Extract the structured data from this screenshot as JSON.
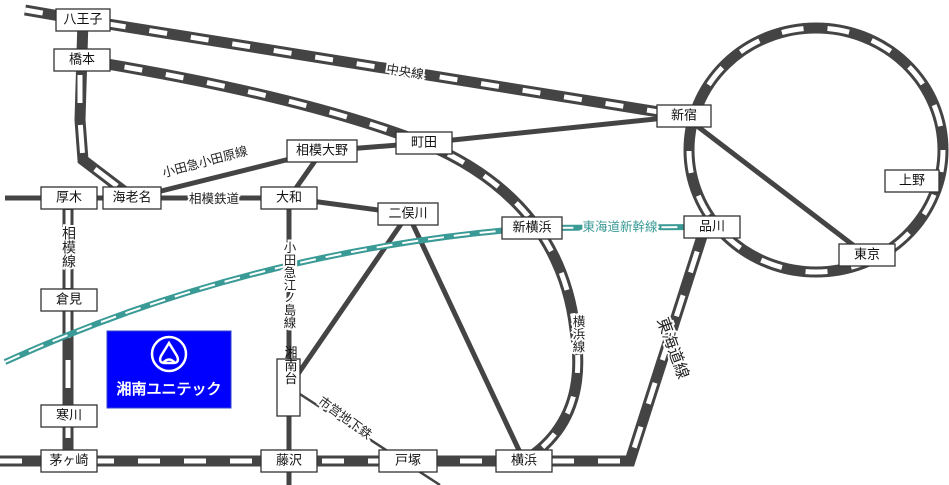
{
  "stations": {
    "hachioji": "八王子",
    "hashimoto": "橋本",
    "shinjuku": "新宿",
    "ueno": "上野",
    "tokyo": "東京",
    "shinagawa": "品川",
    "shinyokohama": "新横浜",
    "machida": "町田",
    "sagamiono": "相模大野",
    "yamato": "大和",
    "futamatagawa": "二俣川",
    "ebina": "海老名",
    "atsugi": "厚木",
    "kurami": "倉見",
    "samukawa": "寒川",
    "chigasaki": "茅ヶ崎",
    "fujisawa": "藤沢",
    "totsuka": "戸塚",
    "yokohama": "横浜",
    "shonandai": "湘南台"
  },
  "lines": {
    "chuo": "中央線",
    "odakyu_odawara": "小田急小田原線",
    "sotetsu": "相模鉄道",
    "odakyu_enoshima": "小田急江ノ島線",
    "yokohama": "横浜線",
    "tokaido": "東海道線",
    "shinkansen": "東海道新幹線",
    "subway": "市営地下鉄",
    "sagami": "相模線"
  },
  "company": {
    "name": "湘南ユニテック",
    "color": "#0000ff"
  },
  "colors": {
    "rail": "#444444",
    "shinkansen": "#3a9a96"
  }
}
